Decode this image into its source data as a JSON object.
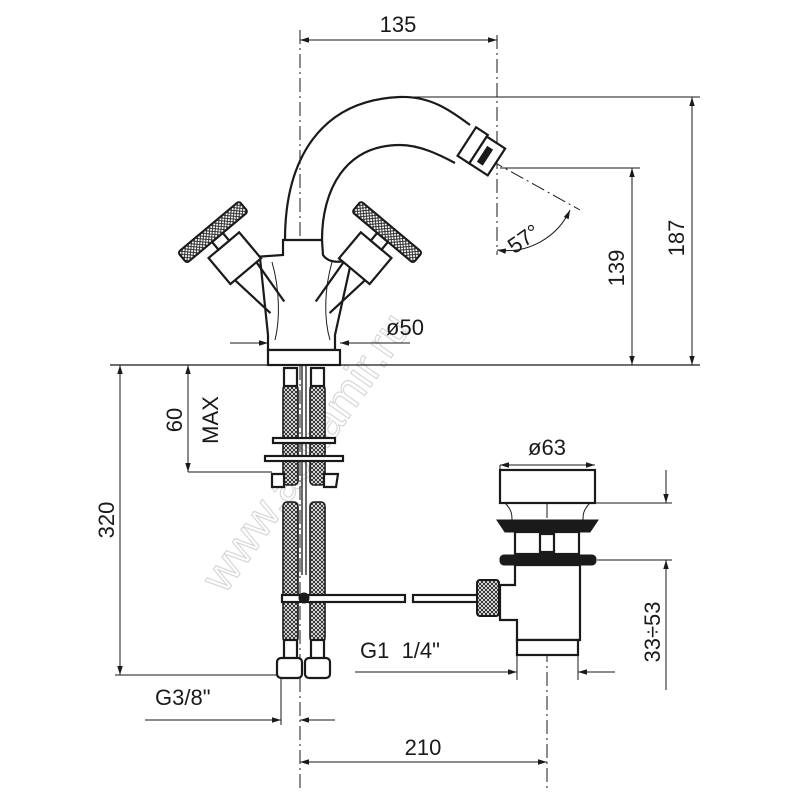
{
  "drawing": {
    "title": "Bidet mixer technical drawing",
    "watermark": "www.aquamir.ru",
    "dimensions": {
      "spout_reach": "135",
      "total_height": "187",
      "spout_height": "139",
      "spray_angle": "57°",
      "base_diameter": "ø50",
      "deck_thickness": "60",
      "deck_thickness_note": "MAX",
      "hose_length": "320",
      "drain_diameter": "ø63",
      "drain_adjust": "33÷53",
      "drain_thread": "G1  1/4\"",
      "hose_thread": "G3/8\"",
      "drain_offset": "210"
    }
  }
}
